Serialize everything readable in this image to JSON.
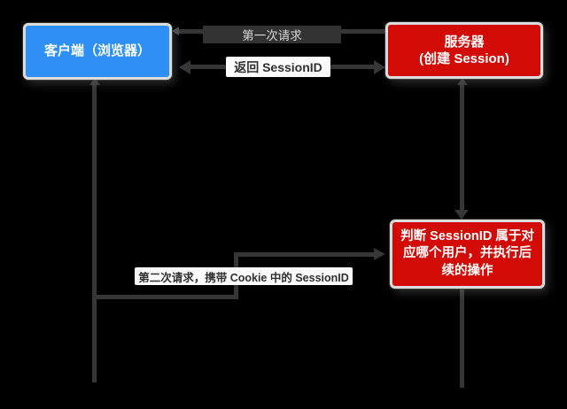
{
  "diagram": {
    "title": "Session flow diagram (client-server)",
    "background_color": "#000000",
    "connector_color": "#363636",
    "nodes": {
      "client": {
        "label": "客户端（浏览器）",
        "fill": "#2E90F5",
        "text_color": "#FFFFFF"
      },
      "server": {
        "line1": "服务器",
        "line2": "(创建 Session)",
        "fill": "#D20B07",
        "text_color": "#FFFFFF"
      },
      "judge": {
        "line1": "判断 SessionID 属于对",
        "line2": "应哪个用户，并执行后",
        "line3": "续的操作",
        "fill": "#D20B07",
        "text_color": "#FFFFFF"
      }
    },
    "edges": {
      "first_request": {
        "label": "第一次请求",
        "from": "client",
        "to": "server"
      },
      "return_session": {
        "label": "返回 SessionID",
        "from": "server",
        "to": "client"
      },
      "second_request": {
        "label": "第二次请求，携带 Cookie 中的 SessionID",
        "from": "client",
        "to": "judge"
      }
    }
  }
}
